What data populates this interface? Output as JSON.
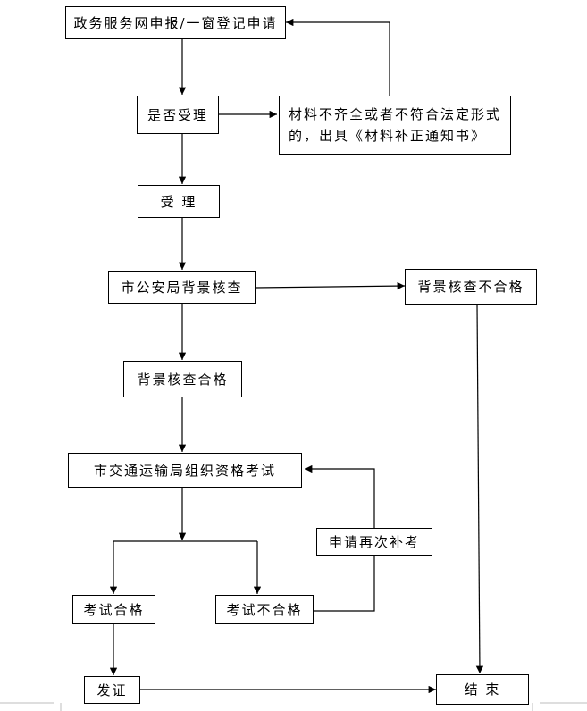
{
  "flowchart": {
    "boxes": {
      "apply": "政务服务网申报/一窗登记申请",
      "decide": "是否受理",
      "notice": "材料不齐全或者不符合法定形式的，出具《材料补正通知书》",
      "accept": "受 理",
      "check": "市公安局背景核查",
      "check_fail": "背景核查不合格",
      "check_pass": "背景核查合格",
      "exam": "市交通运输局组织资格考试",
      "reapply": "申请再次补考",
      "exam_pass": "考试合格",
      "exam_fail": "考试不合格",
      "cert": "发证",
      "end": "结 束"
    }
  }
}
